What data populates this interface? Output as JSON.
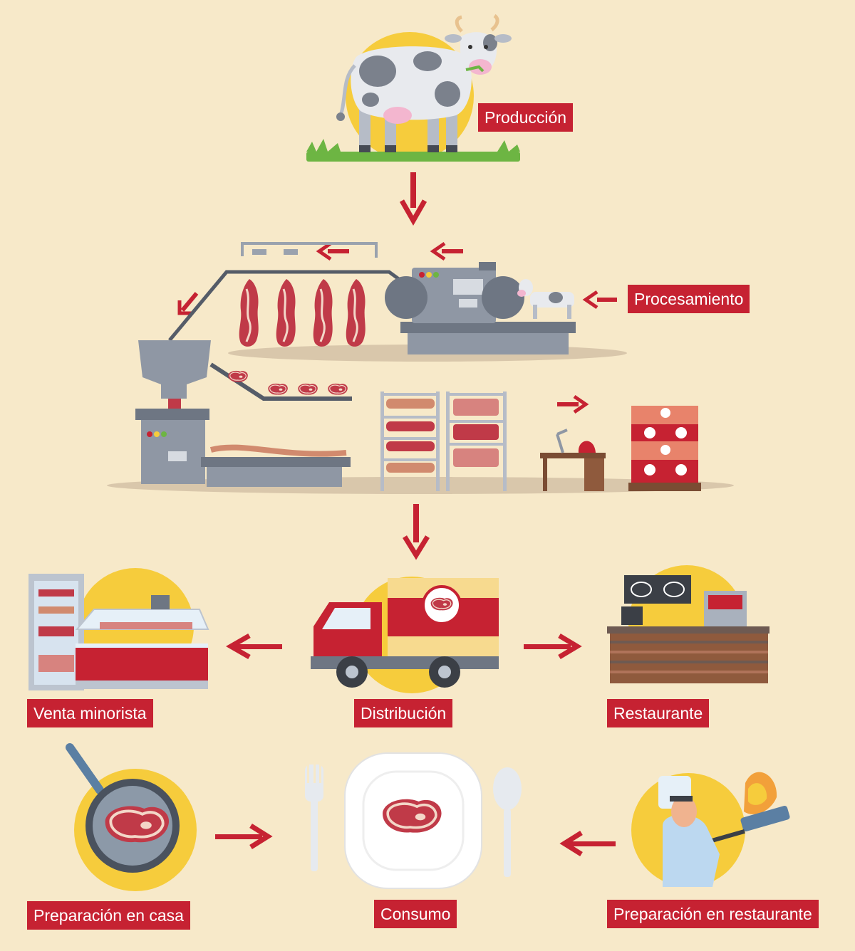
{
  "stages": {
    "production": "Producción",
    "processing": "Procesamiento",
    "distribution": "Distribución",
    "retail": "Venta minorista",
    "restaurant": "Restaurante",
    "home_prep": "Preparación en casa",
    "consumption": "Consumo",
    "restaurant_prep": "Preparación en restaurante"
  },
  "colors": {
    "background": "#f7e9c9",
    "label_bg": "#c62232",
    "label_text": "#ffffff",
    "arrow": "#c62232",
    "circle": "#f6cc3c",
    "machine": "#8f97a4",
    "meat": "#c03a48"
  },
  "icons": [
    "cow-icon",
    "grass-icon",
    "conveyor-icon",
    "meat-carcass-icon",
    "grinder-machine-icon",
    "sausage-rack-icon",
    "lab-desk-icon",
    "meat-crates-icon",
    "butcher-display-icon",
    "delivery-truck-icon",
    "restaurant-counter-icon",
    "frying-pan-icon",
    "plate-steak-icon",
    "fork-icon",
    "spoon-icon",
    "chef-icon"
  ]
}
